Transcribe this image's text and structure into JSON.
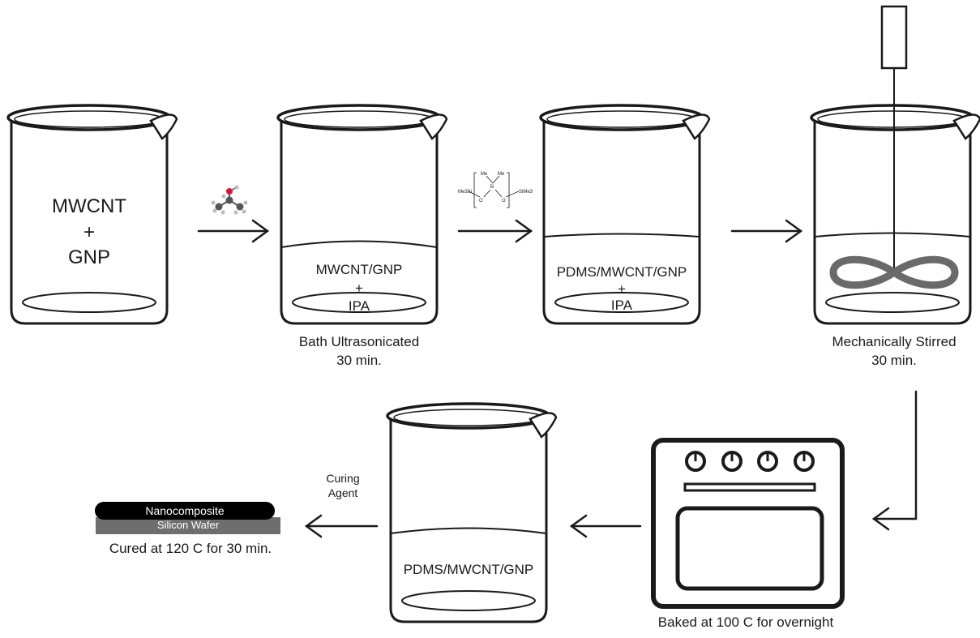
{
  "beakers": [
    {
      "id": "b1",
      "lines": [
        "MWCNT",
        "+",
        "GNP"
      ]
    },
    {
      "id": "b2",
      "lines": [
        "MWCNT/GNP",
        "+",
        "IPA"
      ]
    },
    {
      "id": "b3",
      "lines": [
        "PDMS/MWCNT/GNP",
        "+",
        "IPA"
      ]
    },
    {
      "id": "b4",
      "lines": []
    },
    {
      "id": "b5",
      "lines": [
        "PDMS/MWCNT/GNP"
      ]
    }
  ],
  "captions": {
    "ultrasonicated": [
      "Bath Ultrasonicated",
      "30 min."
    ],
    "stirred": [
      "Mechanically Stirred",
      "30 min."
    ],
    "baked": "Baked at 100 C for overnight",
    "curing_agent": [
      "Curing",
      "Agent"
    ],
    "cured": "Cured at 120 C for 30 min."
  },
  "wafer": {
    "top_label": "Nanocomposite",
    "bottom_label": "Silicon Wafer"
  },
  "pdms_structure_labels": [
    "Me3Si",
    "Me",
    "Me",
    "Si",
    "O",
    "O",
    "SiMe3"
  ],
  "colors": {
    "ink": "#1a1a1a",
    "wafer_top": "#000000",
    "wafer_bottom": "#6e6e6e",
    "wafer_text": "#ffffff",
    "molecule_red": "#d01c3c"
  }
}
